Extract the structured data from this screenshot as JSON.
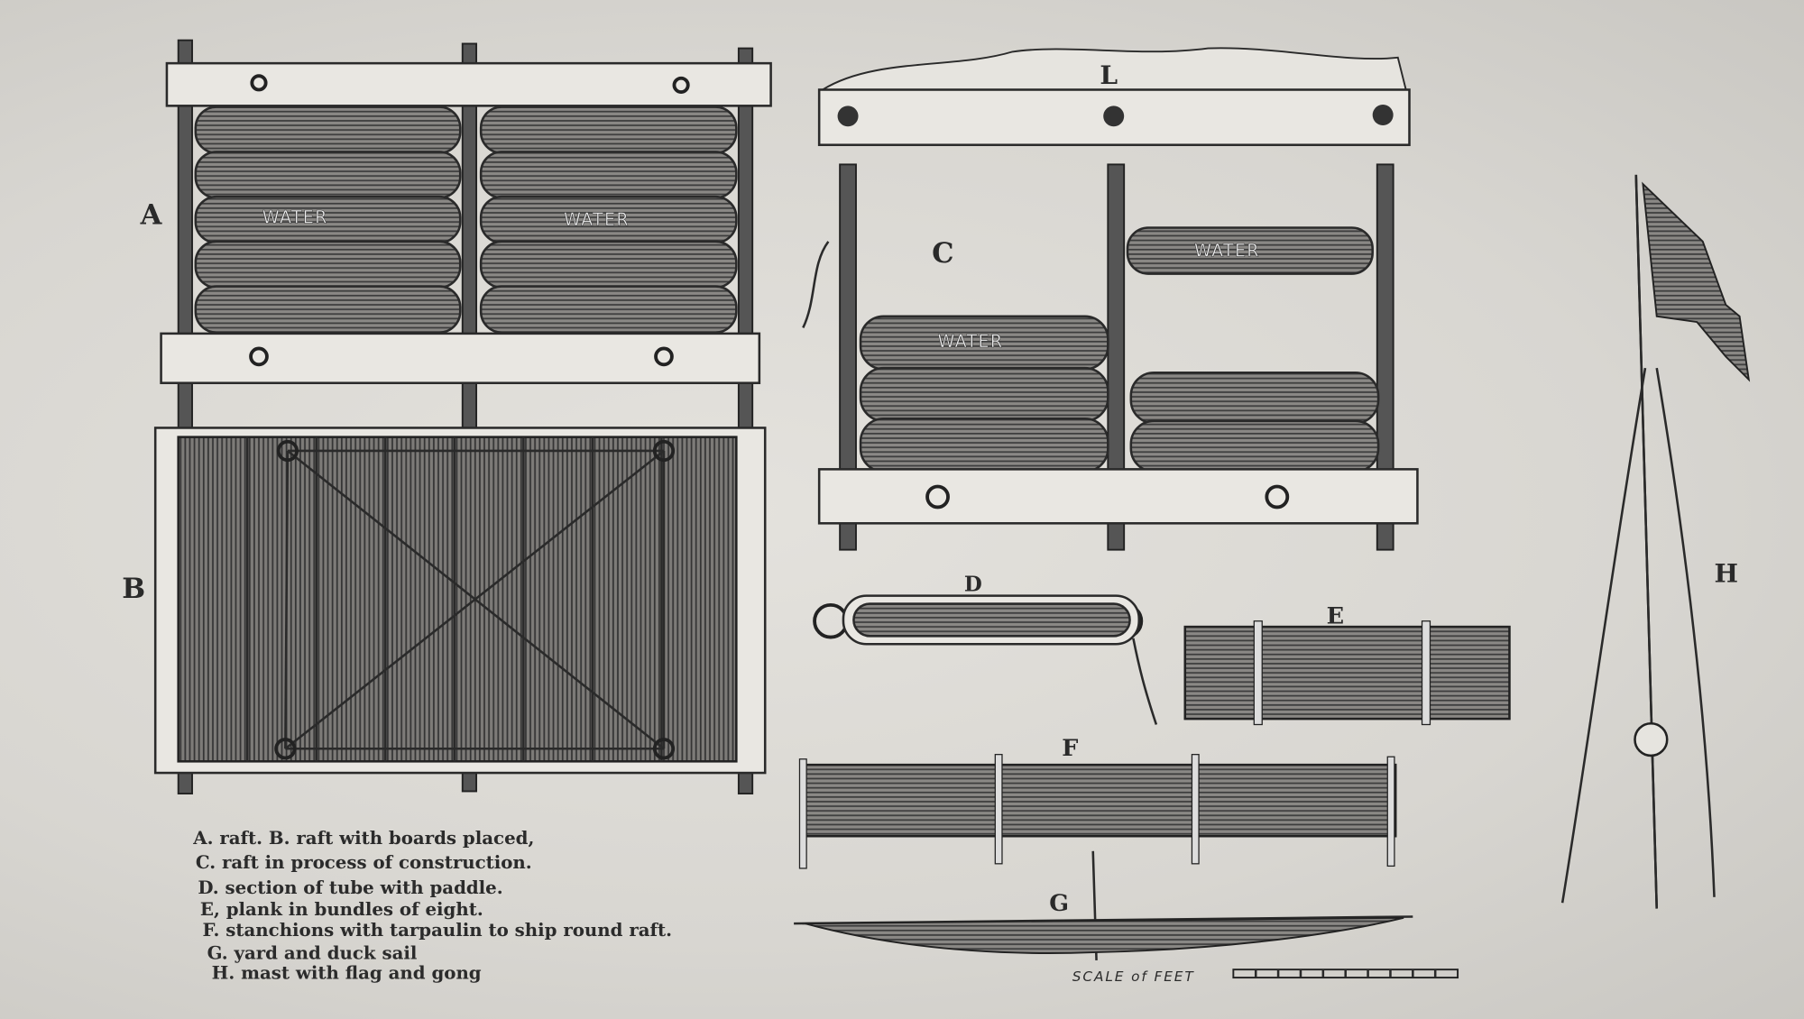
{
  "figure": {
    "labels": {
      "A": "A",
      "B": "B",
      "C": "C",
      "D": "D",
      "E": "E",
      "F": "F",
      "G": "G",
      "H": "H",
      "L": "L"
    },
    "water_label": "WATER",
    "caption": [
      "A.  raft.   B. raft with boards placed,",
      "C.  raft in process of construction.",
      "D.  section of tube with paddle.",
      "E,  plank in bundles of eight.",
      "F.  stanchions with tarpaulin to ship round raft.",
      "G.  yard and duck sail",
      "H.  mast with flag and gong"
    ],
    "scale_label": "SCALE of FEET"
  }
}
